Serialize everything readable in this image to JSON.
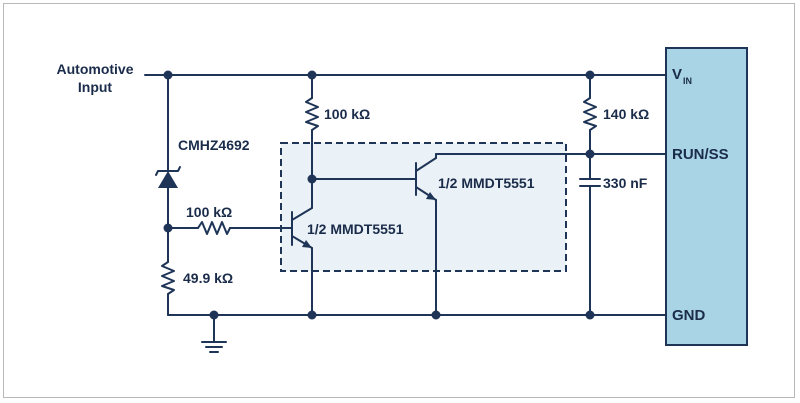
{
  "diagram": {
    "input_label_line1": "Automotive",
    "input_label_line2": "Input",
    "zener_label": "CMHZ4692",
    "r_top_center": "100 kΩ",
    "r_base": "100 kΩ",
    "r_bottom_left": "49.9 kΩ",
    "r_right": "140 kΩ",
    "cap_label": "330 nF",
    "q1_label": "1/2 MMDT5551",
    "q2_label": "1/2 MMDT5551",
    "ic_pins": {
      "vin_main": "V",
      "vin_sub": "IN",
      "run_ss": "RUN/SS",
      "gnd": "GND"
    }
  },
  "colors": {
    "wire": "#1f3557",
    "ic_fill": "#a8d4e6",
    "ic_stroke": "#1f3557",
    "dashed_box_fill": "#eaf1f7",
    "dashed_box_stroke": "#1f3557",
    "text": "#1a2c4a"
  }
}
